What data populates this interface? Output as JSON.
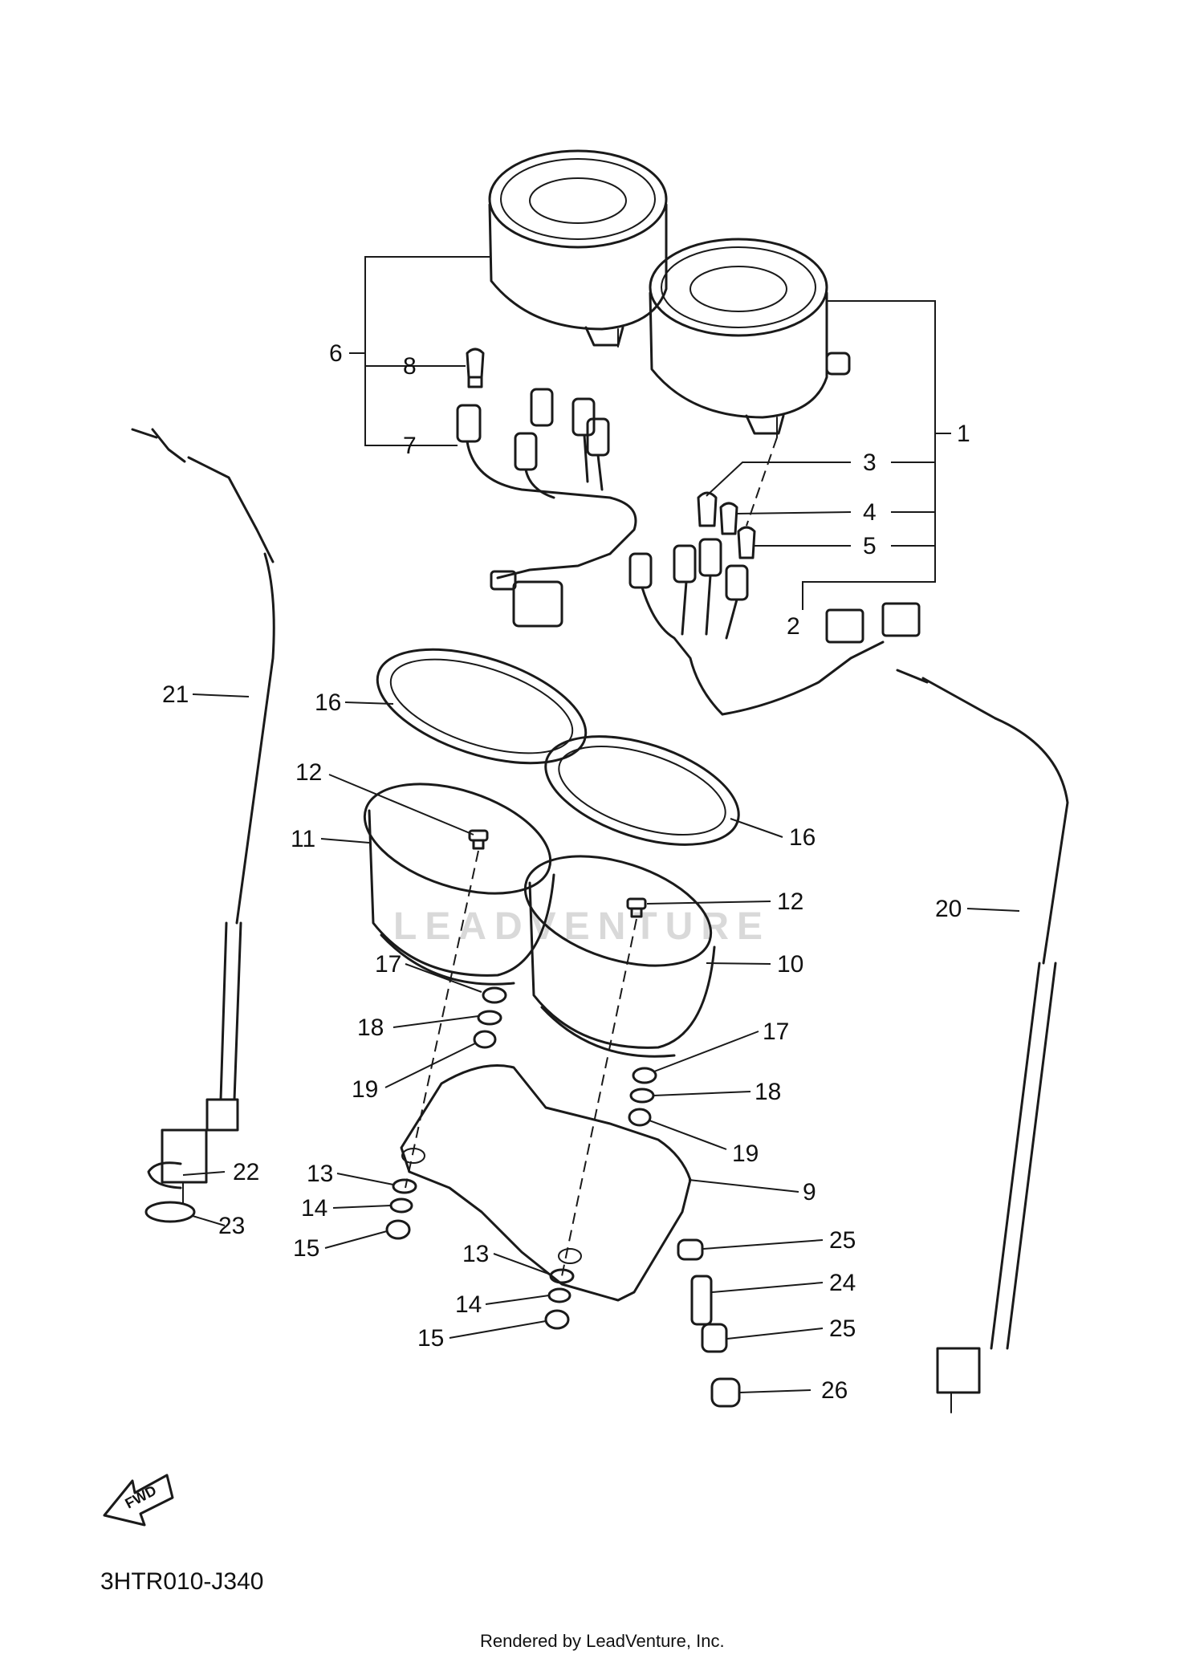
{
  "diagram_code": "3HTR010-J340",
  "footer": "Rendered by LeadVenture, Inc.",
  "watermark": "LEADVENTURE",
  "fwd_label": "FWD",
  "callouts": [
    {
      "id": "c1",
      "label": "1"
    },
    {
      "id": "c2",
      "label": "2"
    },
    {
      "id": "c3",
      "label": "3"
    },
    {
      "id": "c4",
      "label": "4"
    },
    {
      "id": "c5",
      "label": "5"
    },
    {
      "id": "c6",
      "label": "6"
    },
    {
      "id": "c7",
      "label": "7"
    },
    {
      "id": "c8",
      "label": "8"
    },
    {
      "id": "c9",
      "label": "9"
    },
    {
      "id": "c10",
      "label": "10"
    },
    {
      "id": "c11",
      "label": "11"
    },
    {
      "id": "c12a",
      "label": "12"
    },
    {
      "id": "c12b",
      "label": "12"
    },
    {
      "id": "c13a",
      "label": "13"
    },
    {
      "id": "c13b",
      "label": "13"
    },
    {
      "id": "c14a",
      "label": "14"
    },
    {
      "id": "c14b",
      "label": "14"
    },
    {
      "id": "c15a",
      "label": "15"
    },
    {
      "id": "c15b",
      "label": "15"
    },
    {
      "id": "c16a",
      "label": "16"
    },
    {
      "id": "c16b",
      "label": "16"
    },
    {
      "id": "c17a",
      "label": "17"
    },
    {
      "id": "c17b",
      "label": "17"
    },
    {
      "id": "c18a",
      "label": "18"
    },
    {
      "id": "c18b",
      "label": "18"
    },
    {
      "id": "c19a",
      "label": "19"
    },
    {
      "id": "c19b",
      "label": "19"
    },
    {
      "id": "c20",
      "label": "20"
    },
    {
      "id": "c21",
      "label": "21"
    },
    {
      "id": "c22",
      "label": "22"
    },
    {
      "id": "c23",
      "label": "23"
    },
    {
      "id": "c24",
      "label": "24"
    },
    {
      "id": "c25a",
      "label": "25"
    },
    {
      "id": "c25b",
      "label": "25"
    },
    {
      "id": "c26",
      "label": "26"
    }
  ]
}
